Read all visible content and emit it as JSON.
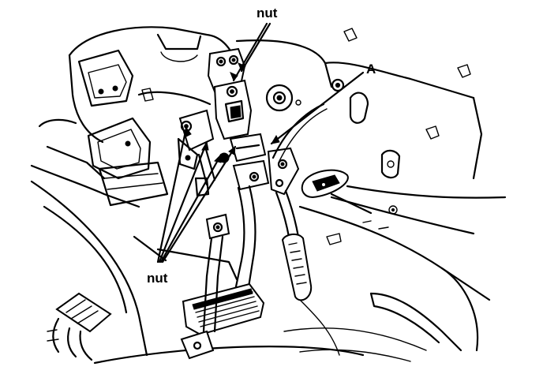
{
  "labels": {
    "nut_top": "nut",
    "nut_bottom": "nut",
    "part_a": "A"
  },
  "colors": {
    "ink": "#000000",
    "paper": "#ffffff"
  }
}
